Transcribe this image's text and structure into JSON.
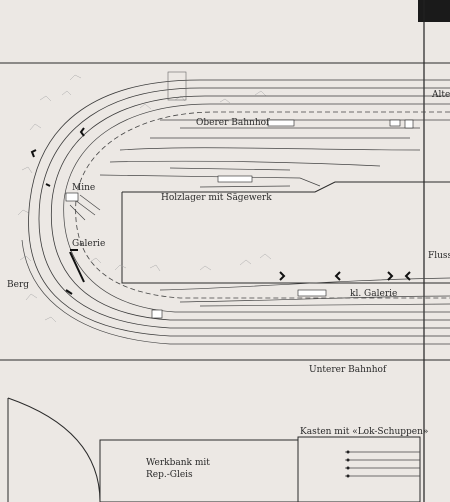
{
  "labels": {
    "oberer_bahnhof": "Oberer Bahnhof",
    "alte": "Alte",
    "mine": "Mine",
    "holzlager": "Holzlager mit Sägewerk",
    "galerie": "Galerie",
    "berg": "Berg",
    "fluss": "Fluss",
    "kl_galerie": "kl. Galerie",
    "unterer_bahnhof": "Unterer Bahnhof",
    "kasten": "Kasten mit «Lok-Schuppen»",
    "werkbank_line1": "Werkbank mit",
    "werkbank_line2": "Rep.-Gleis"
  },
  "colors": {
    "paper": "#ece8e4",
    "ink": "#2a2a2a",
    "edge": "#1a1a1a"
  }
}
